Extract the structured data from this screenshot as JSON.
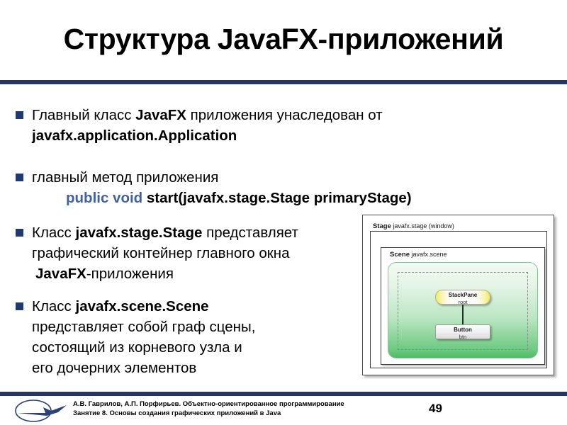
{
  "slide": {
    "title": "Структура JavaFX-приложений",
    "rule_color": "#273567",
    "bullet_marker_color": "#1f3a6e",
    "keyword_color": "#42619f"
  },
  "bullets": [
    {
      "id": "bullet-1",
      "line1_pre": "Главный класс ",
      "line1_bold": "JavaFX",
      "line1_post": " приложения унаследован от",
      "line2_bold": "javafx.application.Application"
    },
    {
      "id": "bullet-2",
      "line1": "главный метод приложения",
      "code_keyword": "public void",
      "code_signature": " start(javafx.stage.Stage primaryStage)"
    },
    {
      "id": "bullet-3",
      "line1_pre": "Класс ",
      "line1_bold": "javafx.stage.Stage",
      "line1_post": " представляет",
      "line2": " графический контейнер главного окна",
      "line3_bold": "JavaFX",
      "line3_post": "-приложения"
    },
    {
      "id": "bullet-4",
      "line1_pre": "Класс ",
      "line1_bold": "javafx.scene.Scene",
      "line2": "представляет собой граф сцены,",
      "line3": "состоящий из корневого узла и",
      "line4": "его дочерних элементов"
    }
  ],
  "diagram": {
    "stage": {
      "name": "Stage",
      "detail": "javafx.stage (window)"
    },
    "scene": {
      "name": "Scene",
      "detail": "javafx.scene"
    },
    "nodes": [
      {
        "name": "StackPane",
        "id": "root"
      },
      {
        "name": "Button",
        "id": "btn"
      }
    ]
  },
  "footer": {
    "line1": "А.В. Гаврилов, А.П. Порфирьев. Объектно-ориентированное программирование",
    "line2": "Занятие 8. Основы создания графических приложений в Java",
    "page": "49",
    "logo_color": "#2c4178"
  }
}
